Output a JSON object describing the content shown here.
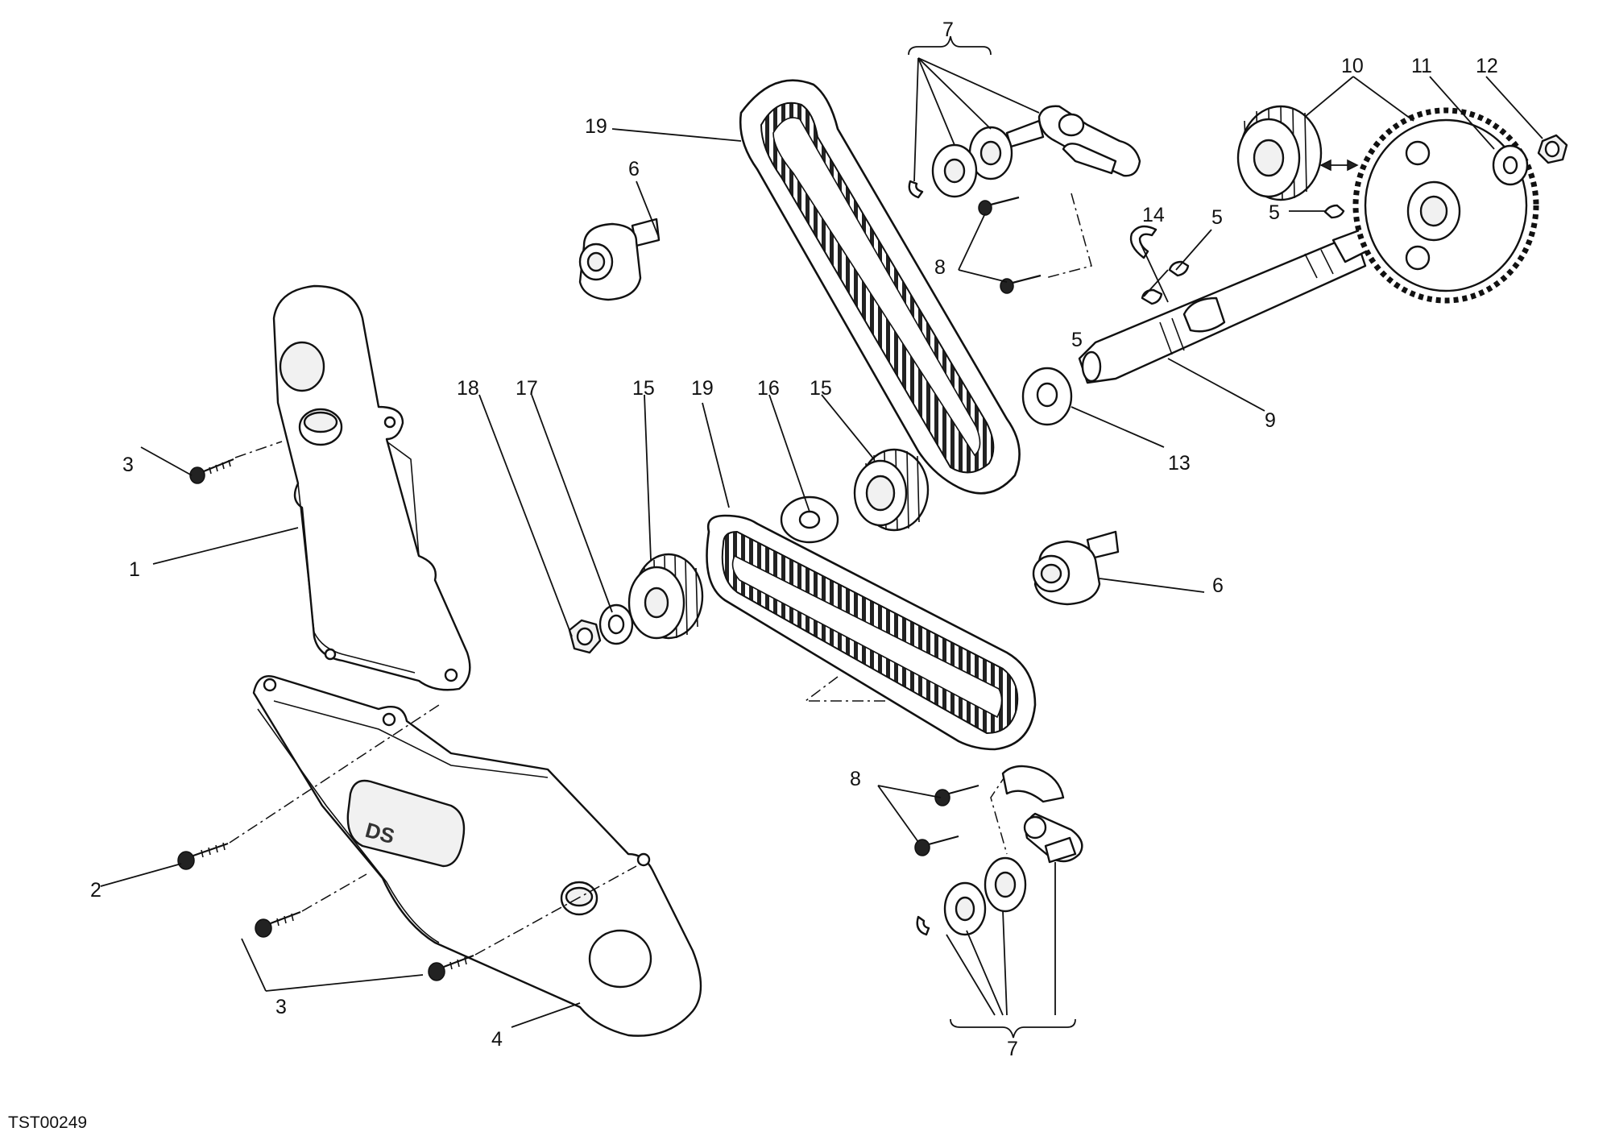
{
  "figure": {
    "drawing_code": "TST00249",
    "cover_badge": "DS"
  },
  "callouts": {
    "c1": "1",
    "c2": "2",
    "c3_top": "3",
    "c3_bottom": "3",
    "c4": "4",
    "c5_a": "5",
    "c5_b": "5",
    "c5_c": "5",
    "c6_top": "6",
    "c6_right": "6",
    "c7_top": "7",
    "c7_bottom": "7",
    "c8_top": "8",
    "c8_bottom": "8",
    "c9": "9",
    "c10": "10",
    "c11": "11",
    "c12": "12",
    "c13": "13",
    "c14": "14",
    "c15_left": "15",
    "c15_right": "15",
    "c16": "16",
    "c17": "17",
    "c18": "18",
    "c19_top": "19",
    "c19_mid": "19"
  }
}
